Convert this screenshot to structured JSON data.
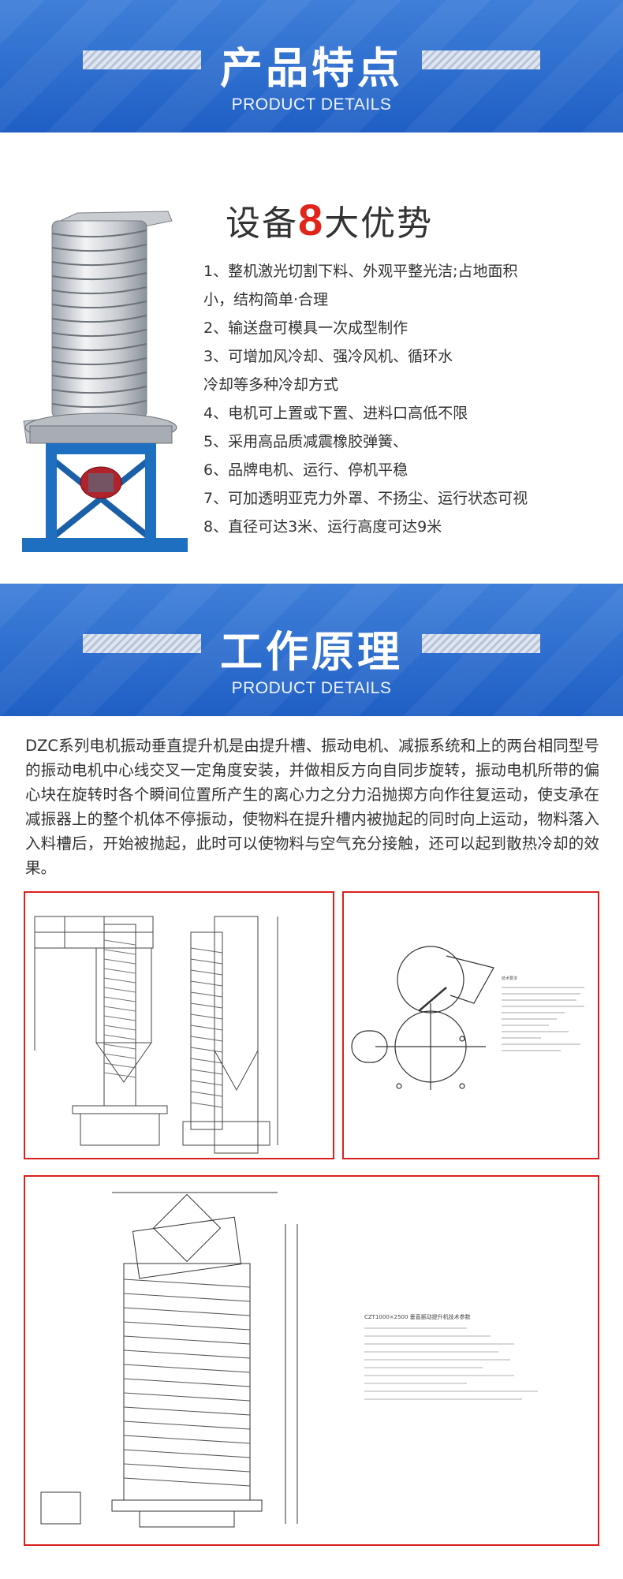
{
  "sections": {
    "features_header": {
      "title": "产品特点",
      "subtitle": "PRODUCT DETAILS"
    },
    "principle_header": {
      "title": "工作原理",
      "subtitle": "PRODUCT DETAILS"
    }
  },
  "advantages": {
    "title_prefix": "设备",
    "title_number": "8",
    "title_suffix": "大优势",
    "lines": [
      "1、整机激光切割下料、外观平整光洁;占地面积",
      "小，结构简单·合理",
      "2、输送盘可模具一次成型制作",
      "3、可增加风冷却、强冷风机、循环水",
      "冷却等多种冷却方式",
      "4、电机可上置或下置、进料口高低不限",
      "5、采用高品质减震橡胶弹簧、",
      "6、品牌电机、运行、停机平稳",
      "7、可加透明亚克力外罩、不扬尘、运行状态可视",
      "8、直径可达3米、运行高度可达9米"
    ]
  },
  "principle_text": "DZC系列电机振动垂直提升机是由提升槽、振动电机、减振系统和上的两台相同型号的振动电机中心线交叉一定角度安装，并做相反方向自同步旋转，振动电机所带的偏心块在旋转时各个瞬间位置所产生的离心力之分力沿抛掷方向作往复运动，使支承在减振器上的整个机体不停振动，使物料在提升槽内被抛起的同时向上运动，物料落入入料槽后，开始被抛起，此时可以使物料与空气充分接触，还可以起到散热冷却的效果。",
  "colors": {
    "banner_blue": "#2a6bcf",
    "accent_red": "#e1251b",
    "frame_red": "#d9201c",
    "machine_blue": "#1f6fc0"
  },
  "drawings": {
    "top_right_note_title": "技术要求",
    "bottom_note_title": "CZT1000×2500 垂直振动提升机技术参数"
  }
}
